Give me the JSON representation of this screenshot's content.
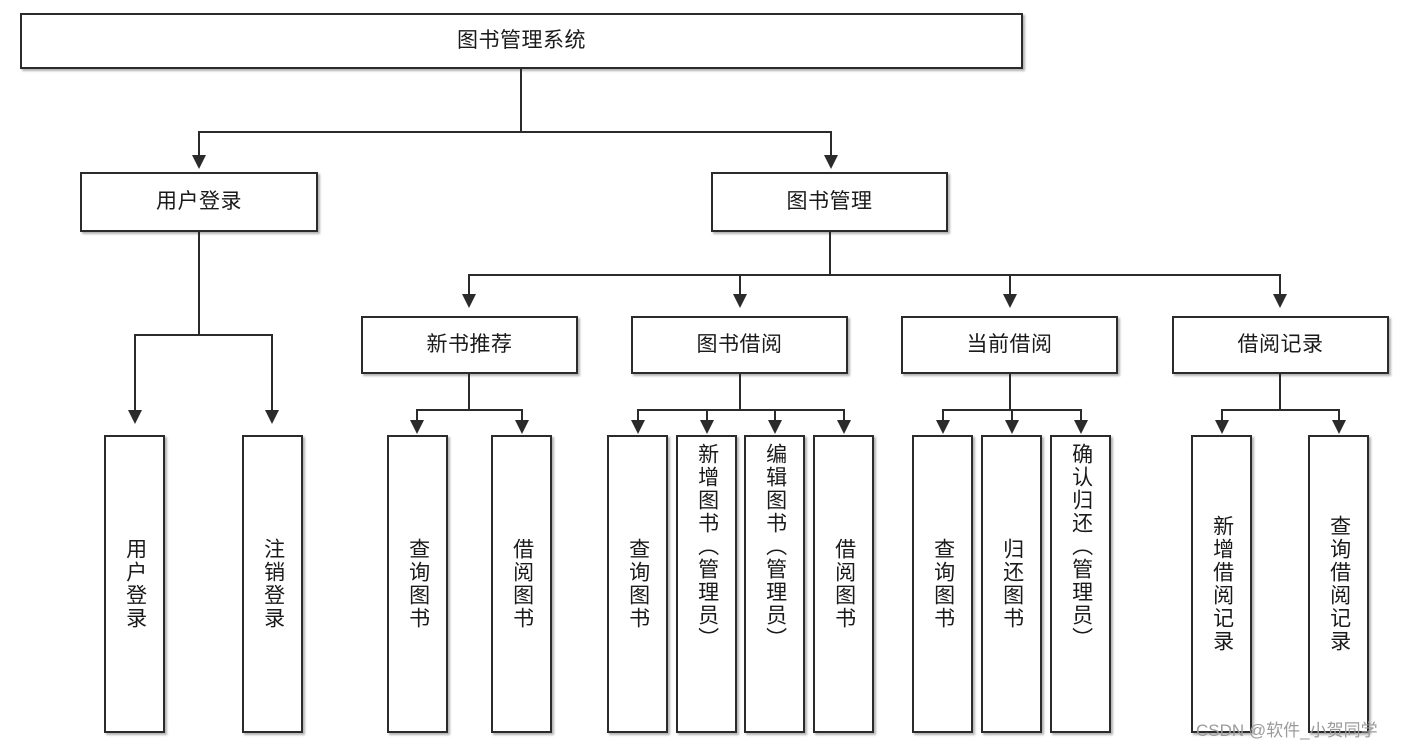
{
  "diagram": {
    "type": "tree-hierarchy-functional-decomposition",
    "root": {
      "id": "root",
      "label": "图书管理系统"
    },
    "level2": [
      {
        "id": "user-login",
        "label": "用户登录"
      },
      {
        "id": "book-manage",
        "label": "图书管理"
      }
    ],
    "level3": [
      {
        "id": "new-book-recommend",
        "label": "新书推荐",
        "parent": "book-manage"
      },
      {
        "id": "book-borrow",
        "label": "图书借阅",
        "parent": "book-manage"
      },
      {
        "id": "current-borrow",
        "label": "当前借阅",
        "parent": "book-manage"
      },
      {
        "id": "borrow-record",
        "label": "借阅记录",
        "parent": "book-manage"
      }
    ],
    "leaves": [
      {
        "id": "leaf-user-login",
        "label": "用户登录",
        "parent": "user-login"
      },
      {
        "id": "leaf-user-logout",
        "label": "注销登录",
        "parent": "user-login"
      },
      {
        "id": "leaf-query-book-1",
        "label": "查询图书",
        "parent": "new-book-recommend"
      },
      {
        "id": "leaf-borrow-book-1",
        "label": "借阅图书",
        "parent": "new-book-recommend"
      },
      {
        "id": "leaf-query-book-2",
        "label": "查询图书",
        "parent": "book-borrow"
      },
      {
        "id": "leaf-add-book",
        "label": "新增图书（管理员）",
        "parent": "book-borrow"
      },
      {
        "id": "leaf-edit-book",
        "label": "编辑图书（管理员）",
        "parent": "book-borrow"
      },
      {
        "id": "leaf-borrow-book-2",
        "label": "借阅图书",
        "parent": "book-borrow"
      },
      {
        "id": "leaf-query-book-3",
        "label": "查询图书",
        "parent": "current-borrow"
      },
      {
        "id": "leaf-return-book",
        "label": "归还图书",
        "parent": "current-borrow"
      },
      {
        "id": "leaf-confirm-return",
        "label": "确认归还（管理员）",
        "parent": "current-borrow"
      },
      {
        "id": "leaf-add-record",
        "label": "新增借阅记录",
        "parent": "borrow-record"
      },
      {
        "id": "leaf-query-record",
        "label": "查询借阅记录",
        "parent": "borrow-record"
      }
    ],
    "watermark": "CSDN @软件_小贺同学",
    "colors": {
      "stroke": "#2b2b2b",
      "fill": "#ffffff",
      "text": "#1a1a1a",
      "watermark": "#9b9b9b"
    }
  }
}
